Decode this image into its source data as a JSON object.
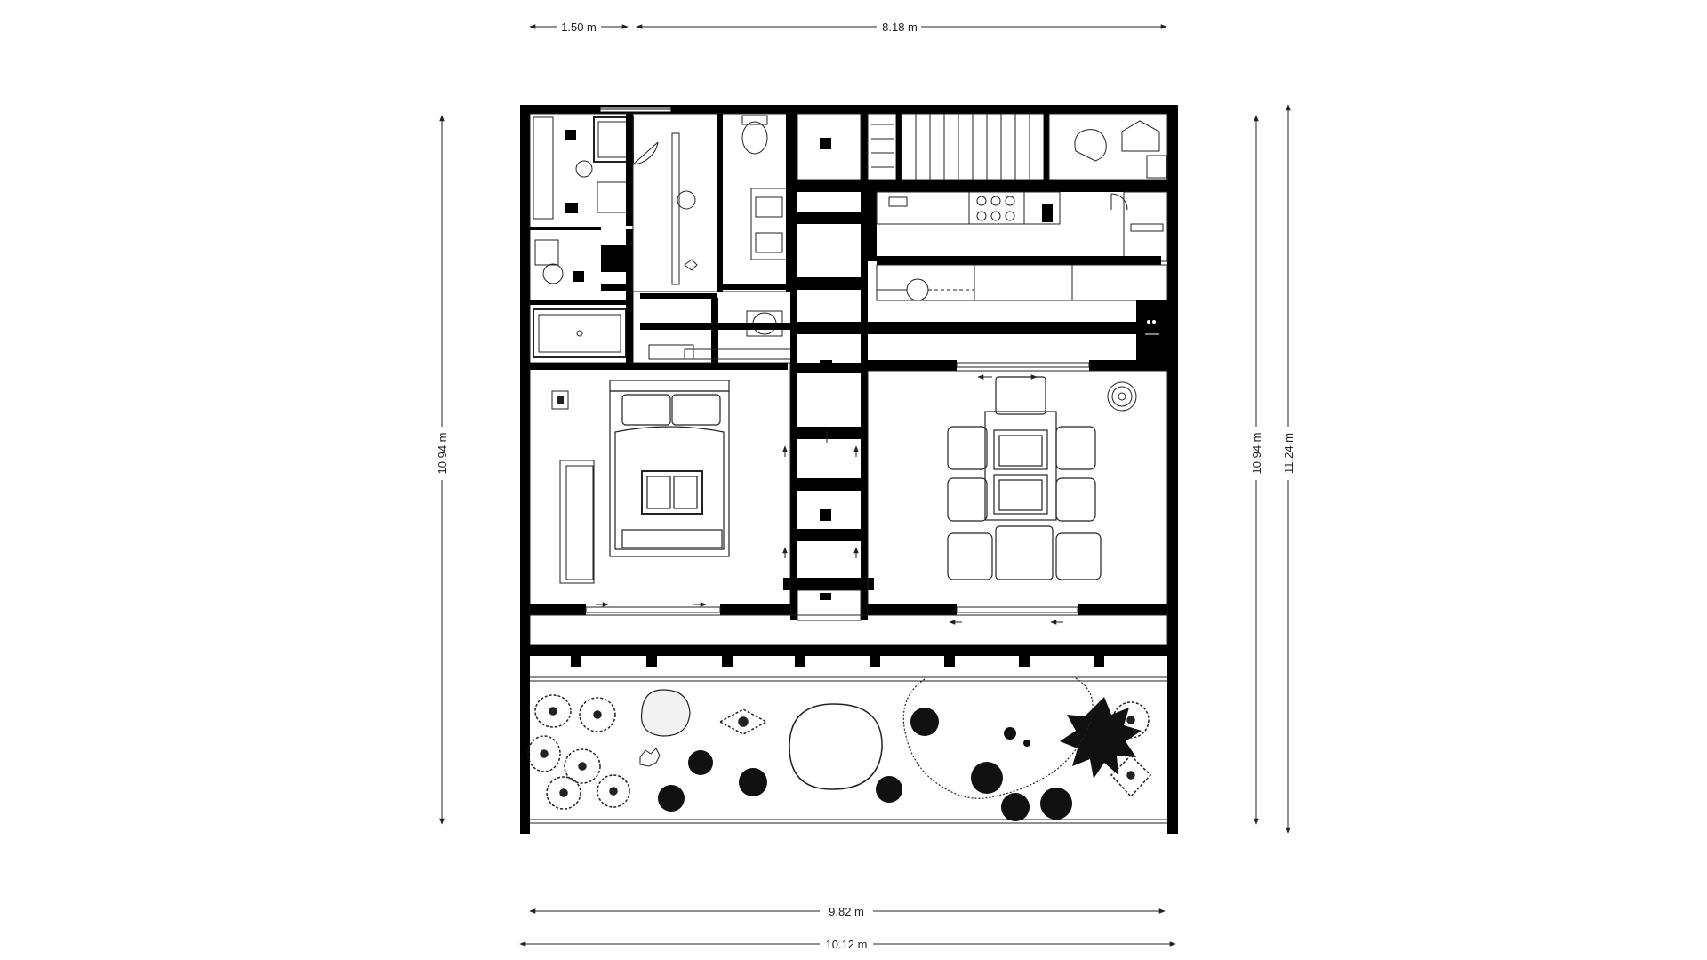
{
  "dimensions": {
    "top_left": "1.50 m",
    "top_main": "8.18 m",
    "left_height": "10.94 m",
    "right_inner": "10.94 m",
    "right_outer": "11.24 m",
    "bottom_inner": "9.82 m",
    "bottom_outer": "10.12 m"
  },
  "colors": {
    "wall": "#000000",
    "line": "#222222",
    "background": "#ffffff",
    "paving": "#f2f2f2"
  },
  "icons": [
    "stair-icon",
    "bed-icon",
    "dining-table-icon",
    "toilet-icon",
    "bathtub-icon",
    "stove-icon",
    "plant-icon",
    "shrub-icon",
    "pond-icon"
  ]
}
